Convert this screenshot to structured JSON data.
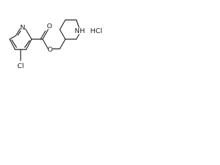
{
  "molecule": {
    "atoms": {
      "ring_nitrogen": "N",
      "carbonyl_oxygen": "O",
      "ester_oxygen": "O",
      "piperidine_nh": "NH",
      "chlorine": "Cl",
      "salt": "HCl"
    }
  }
}
